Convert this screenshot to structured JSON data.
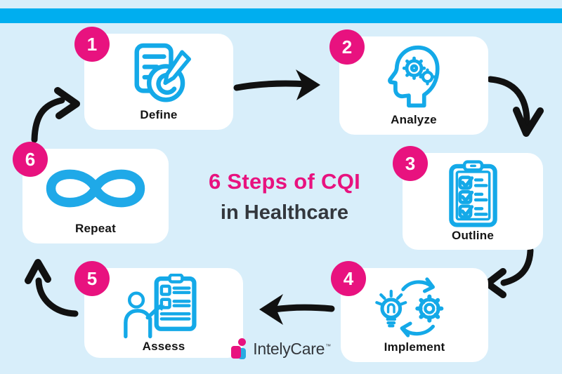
{
  "title": {
    "line1": "6 Steps of CQI",
    "line2": "in Healthcare"
  },
  "steps": [
    {
      "number": "1",
      "label": "Define",
      "icon": "document-pencil-target-icon"
    },
    {
      "number": "2",
      "label": "Analyze",
      "icon": "head-with-gears-icon"
    },
    {
      "number": "3",
      "label": "Outline",
      "icon": "clipboard-checklist-icon"
    },
    {
      "number": "4",
      "label": "Implement",
      "icon": "lightbulb-gear-cycle-icon"
    },
    {
      "number": "5",
      "label": "Assess",
      "icon": "person-checklist-icon"
    },
    {
      "number": "6",
      "label": "Repeat",
      "icon": "infinity-icon"
    }
  ],
  "logo": {
    "text": "IntelyCare",
    "trademark": "™"
  },
  "colors": {
    "background": "#D8EEFA",
    "top_bar": "#00AEEF",
    "icon_cyan": "#14A9E8",
    "badge_pink": "#E8127F",
    "title_pink": "#E8127F",
    "heading_dark": "#33373D",
    "card_white": "#FFFFFF",
    "arrow_black": "#111111"
  }
}
